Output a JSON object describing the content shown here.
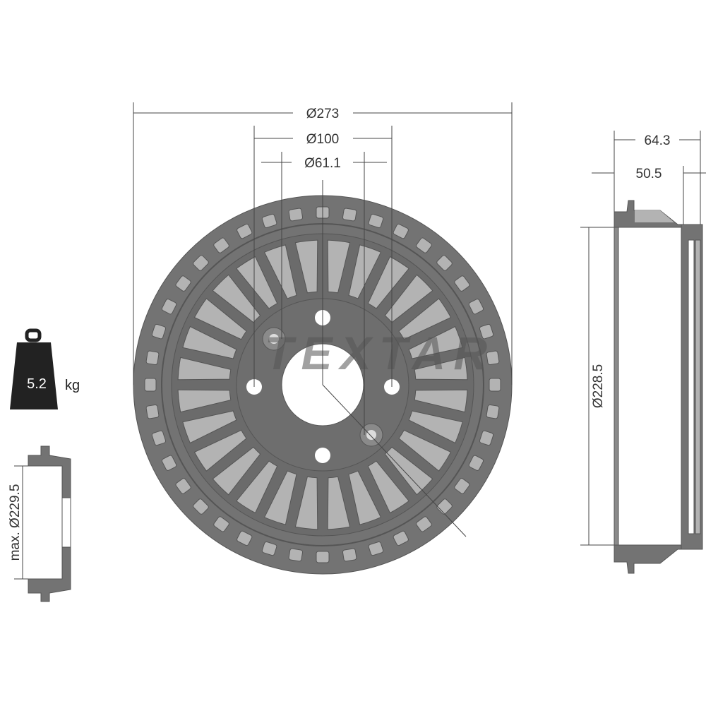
{
  "dimensions": {
    "outer_diameter": "Ø273",
    "bolt_circle": "Ø100",
    "center_bore": "Ø61.1",
    "total_height": "64.3",
    "inner_height": "50.5",
    "braking_diameter": "Ø228.5",
    "max_diameter": "max. Ø229.5"
  },
  "weight": {
    "value": "5.2",
    "unit": "kg"
  },
  "brand_watermark": "TEXTAR",
  "colors": {
    "dark": "#6f6f6f",
    "light": "#b3b3b3",
    "line": "#444444"
  }
}
